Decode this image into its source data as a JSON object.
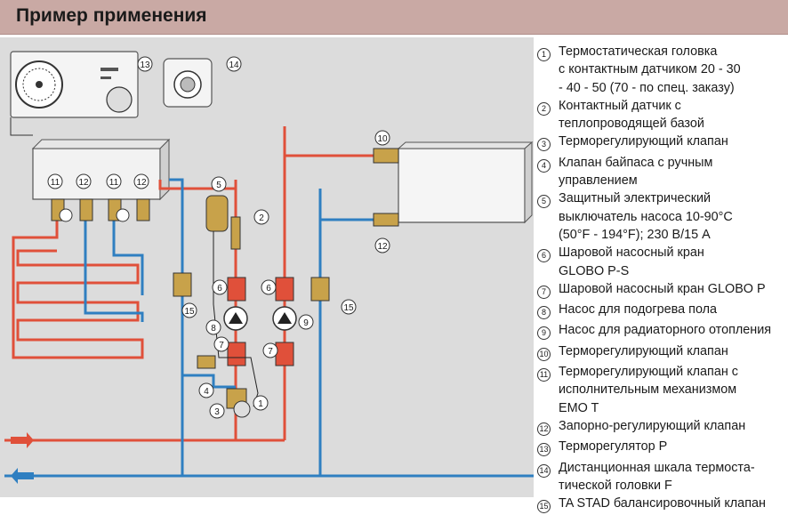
{
  "header": {
    "title": "Пример применения"
  },
  "colors": {
    "hot": "#e0503a",
    "cold": "#2f7fc1",
    "panel": "#dcdcdc",
    "header_bg": "#c9a9a4"
  },
  "legend": [
    {
      "num": "1",
      "text": "Термостатическая головка\nс контактным датчиком 20 - 30\n- 40 - 50 (70 - по спец. заказу)"
    },
    {
      "num": "2",
      "text": "Контактный датчик с\nтеплопроводящей базой"
    },
    {
      "num": "3",
      "text": "Терморегулирующий клапан"
    },
    {
      "num": "4",
      "text": "Клапан байпаса с ручным\nуправлением"
    },
    {
      "num": "5",
      "text": "Защитный электрический\nвыключатель насоса 10-90°C\n(50°F - 194°F); 230 В/15 А"
    },
    {
      "num": "6",
      "text": "Шаровой насосный кран\nGLOBO P-S"
    },
    {
      "num": "7",
      "text": "Шаровой насосный кран GLOBO P"
    },
    {
      "num": "8",
      "text": "Насос для подогрева пола"
    },
    {
      "num": "9",
      "text": "Насос для радиаторного отопления"
    },
    {
      "num": "10",
      "text": "Терморегулирующий клапан"
    },
    {
      "num": "11",
      "text": "Терморегулирующий клапан с\nисполнительным механизмом\nEMO T"
    },
    {
      "num": "12",
      "text": "Запорно-регулирующий клапан"
    },
    {
      "num": "13",
      "text": "Терморегулятор Р"
    },
    {
      "num": "14",
      "text": "Дистанционная шкала термоста-\nтической головки F"
    },
    {
      "num": "15",
      "text": "TA STAD балансировочный клапан"
    }
  ],
  "diagram_labels": {
    "n1": "1",
    "n2": "2",
    "n3": "3",
    "n4": "4",
    "n5": "5",
    "n6": "6",
    "n7": "7",
    "n8": "8",
    "n9": "9",
    "n10": "10",
    "n11": "11",
    "n12": "12",
    "n13": "13",
    "n14": "14",
    "n15": "15"
  }
}
